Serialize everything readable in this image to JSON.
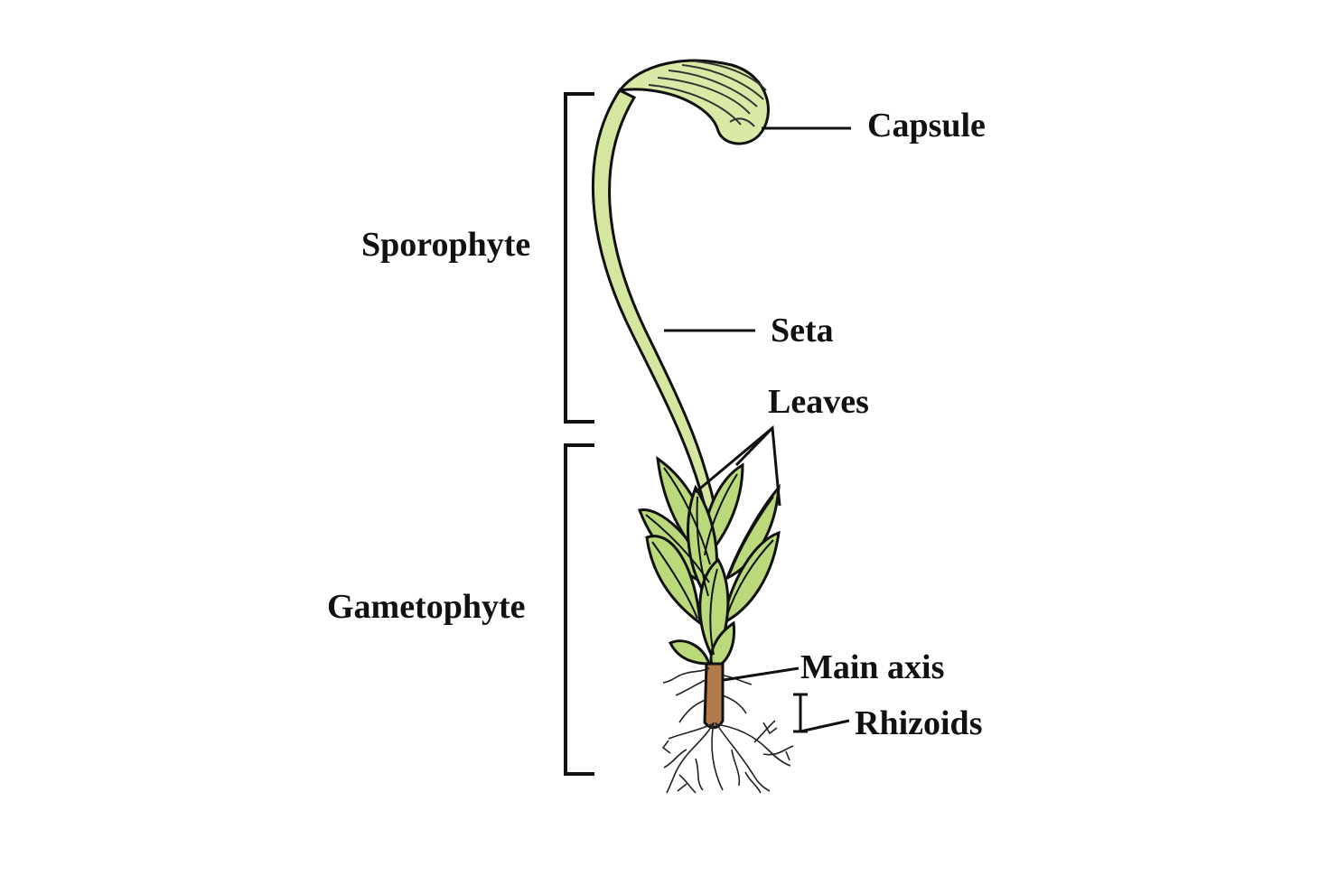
{
  "labels": {
    "capsule": "Capsule",
    "sporophyte": "Sporophyte",
    "seta": "Seta",
    "leaves": "Leaves",
    "gametophyte": "Gametophyte",
    "main_axis": "Main axis",
    "rhizoids": "Rhizoids"
  },
  "colors": {
    "leaf_fill": "#b9d97a",
    "seta_fill": "#d4e6a0",
    "capsule_fill": "#d9eaa6",
    "stem_fill": "#b07a4a",
    "outline": "#111111"
  }
}
